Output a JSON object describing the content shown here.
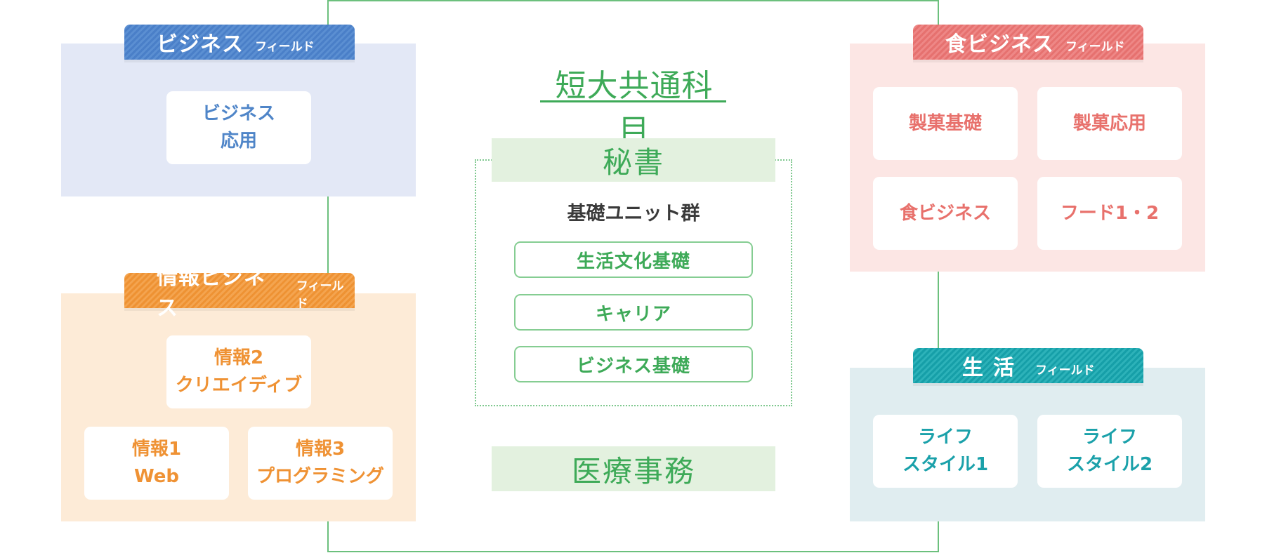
{
  "common": {
    "title": "短大共通科目",
    "secretary_band": "秘書",
    "group_label": "基礎ユニット群",
    "units": [
      "生活文化基礎",
      "キャリア",
      "ビジネス基礎"
    ],
    "medical_band": "医療事務"
  },
  "fields": {
    "business": {
      "name": "ビジネス",
      "suffix": "フィールド",
      "color": "#4f85c8",
      "units": [
        {
          "lines": [
            "ビジネス",
            "応用"
          ]
        }
      ]
    },
    "info": {
      "name": "情報ビジネス",
      "suffix": "フィールド",
      "color": "#ef9234",
      "units": [
        {
          "lines": [
            "情報2",
            "クリエイディブ"
          ]
        },
        {
          "lines": [
            "情報1",
            "Web"
          ]
        },
        {
          "lines": [
            "情報3",
            "プログラミング"
          ]
        }
      ]
    },
    "food": {
      "name": "食ビジネス",
      "suffix": "フィールド",
      "color": "#e8716c",
      "units": [
        {
          "lines": [
            "製菓基礎"
          ]
        },
        {
          "lines": [
            "製菓応用"
          ]
        },
        {
          "lines": [
            "食ビジネス"
          ]
        },
        {
          "lines": [
            "フード1・2"
          ]
        }
      ]
    },
    "life": {
      "name": "生活",
      "suffix": "フィールド",
      "color": "#1ba1aa",
      "units": [
        {
          "lines": [
            "ライフ",
            "スタイル1"
          ]
        },
        {
          "lines": [
            "ライフ",
            "スタイル2"
          ]
        }
      ]
    }
  }
}
